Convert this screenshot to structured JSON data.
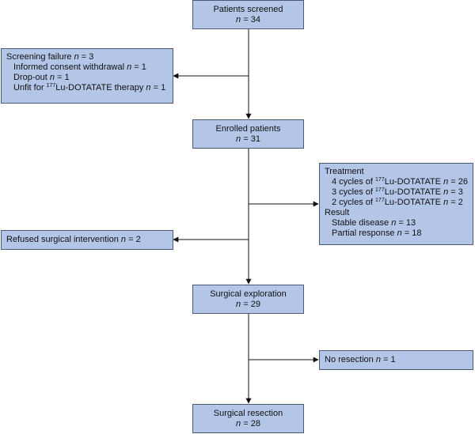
{
  "flow": {
    "screened": {
      "title": "Patients screened",
      "n": "34"
    },
    "failure": {
      "heading": "Screening failure",
      "n": "3",
      "items": [
        {
          "pre": "Informed consent withdrawal",
          "iso": "",
          "post": "",
          "n": "1"
        },
        {
          "pre": "Drop-out",
          "iso": "",
          "post": "",
          "n": "1"
        },
        {
          "pre": "Unfit for ",
          "iso": "177",
          "post": "Lu-DOTATATE therapy",
          "n": "1"
        }
      ]
    },
    "enrolled": {
      "title": "Enrolled patients",
      "n": "31"
    },
    "treatment": {
      "heading": "Treatment",
      "items": [
        {
          "pre": "4 cycles of ",
          "iso": "177",
          "post": "Lu-DOTATATE",
          "n": "26"
        },
        {
          "pre": "3 cycles of ",
          "iso": "177",
          "post": "Lu-DOTATATE",
          "n": "3"
        },
        {
          "pre": "2 cycles of ",
          "iso": "177",
          "post": "Lu-DOTATATE",
          "n": "2"
        }
      ],
      "result_heading": "Result",
      "results": [
        {
          "pre": "Stable disease",
          "iso": "",
          "post": "",
          "n": "13"
        },
        {
          "pre": "Partial response",
          "iso": "",
          "post": "",
          "n": "18"
        }
      ]
    },
    "refused": {
      "label": "Refused surgical intervention",
      "n": "2"
    },
    "exploration": {
      "title": "Surgical exploration",
      "n": "29"
    },
    "no_resection": {
      "label": "No resection",
      "n": "1"
    },
    "resection": {
      "title": "Surgical resection",
      "n": "28"
    },
    "n_symbol": "n",
    "eq": " = "
  },
  "colors": {
    "box_fill": "#b4c6e7",
    "box_border": "#4a5a73",
    "line": "#111111"
  }
}
